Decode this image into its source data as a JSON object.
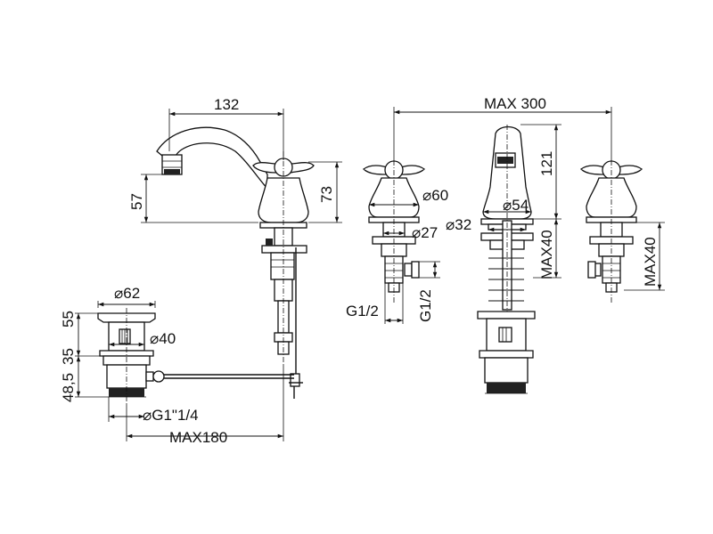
{
  "dimensions": {
    "spout_reach": "132",
    "spout_height": "57",
    "handle_height": "73",
    "overall_width": "MAX 300",
    "spout_rise": "121",
    "handle_dia": "⌀60",
    "spout_base_dia": "⌀54",
    "shank_dia": "⌀27",
    "spout_shank_dia": "⌀32",
    "thread": "G1/2",
    "thread_vertical": "G1/2",
    "max40_center": "MAX40",
    "max40_right": "MAX40",
    "waste_flange_dia": "⌀62",
    "waste_body_dia": "⌀40",
    "waste_h_55": "55",
    "waste_h_35": "35",
    "waste_h_485": "48,5",
    "waste_thread": "⌀G1\"1/4",
    "rod_max": "MAX180"
  },
  "colors": {
    "line": "#111111",
    "background": "#ffffff"
  }
}
